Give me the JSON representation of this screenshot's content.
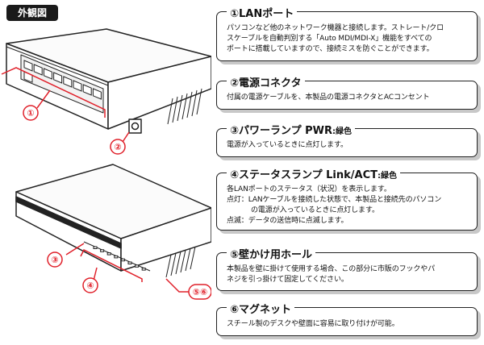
{
  "header": {
    "label": "外観図"
  },
  "callouts": {
    "c1": "①",
    "c2": "②",
    "c3": "③",
    "c4": "④",
    "c56": "⑤⑥"
  },
  "panels": [
    {
      "title": "①LANポート",
      "lines": [
        "パソコンなど他のネットワーク機器と接続します。ストレート/クロ",
        "スケーブルを自動判別する「Auto MDI/MDI-X」機能をすべての",
        "ポートに搭載していますので、接続ミスを防ぐことができます。"
      ]
    },
    {
      "title": "②電源コネクタ",
      "lines": [
        "付属の電源ケーブルを、本製品の電源コネクタとACコンセント"
      ]
    },
    {
      "title": "③パワーランプ PWR",
      "title_sub": ":緑色",
      "lines": [
        "電源が入っているときに点灯します。"
      ]
    },
    {
      "title": "④ステータスランプ Link/ACT",
      "title_sub": ":緑色",
      "lines": [
        "各LANポートのステータス（状況）を表示します。",
        "点灯：LANケーブルを接続した状態で、本製品と接続先のパソコン",
        "の電源が入っているときに点灯します。",
        "点滅：データの送信時に点滅します。"
      ]
    },
    {
      "title": "⑤壁かけ用ホール",
      "lines": [
        "本製品を壁に掛けて使用する場合、この部分に市販のフックやパ",
        "ネジを引っ掛けて固定してください。"
      ]
    },
    {
      "title": "⑥マグネット",
      "lines": [
        "スチール製のデスクや壁面に容易に取り付けが可能。"
      ]
    }
  ]
}
